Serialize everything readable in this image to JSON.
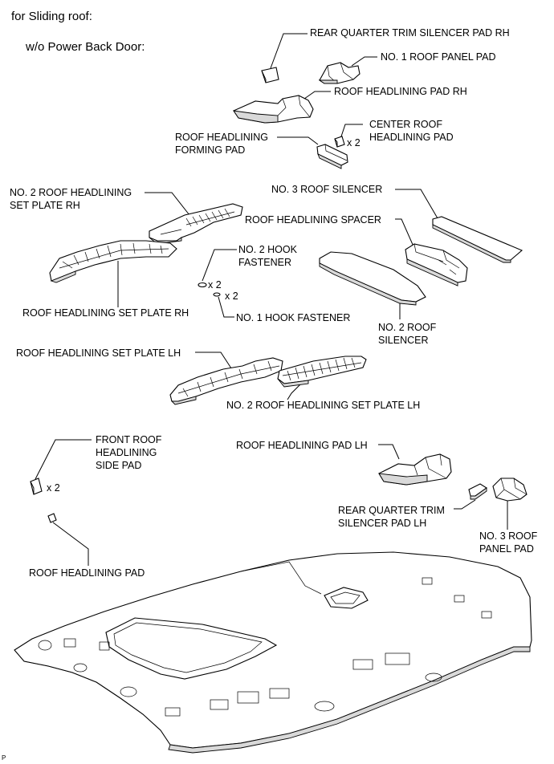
{
  "headers": {
    "sliding_roof": "for Sliding roof:",
    "power_back_door": "w/o Power Back Door:"
  },
  "labels": {
    "rear_quarter_rh": "REAR QUARTER TRIM SILENCER PAD RH",
    "no1_roof_panel_pad": "NO. 1 ROOF PANEL PAD",
    "headlining_pad_rh": "ROOF HEADLINING PAD RH",
    "forming_pad": "ROOF HEADLINING\nFORMING PAD",
    "center_pad": "CENTER ROOF\nHEADLINING PAD",
    "no2_set_plate_rh": "NO. 2 ROOF HEADLINING\nSET PLATE RH",
    "no3_silencer": "NO. 3 ROOF SILENCER",
    "spacer": "ROOF HEADLINING SPACER",
    "no2_hook": "NO. 2 HOOK\nFASTENER",
    "set_plate_rh": "ROOF HEADLINING SET PLATE RH",
    "no1_hook": "NO. 1 HOOK FASTENER",
    "no2_silencer": "NO. 2 ROOF\nSILENCER",
    "set_plate_lh": "ROOF HEADLINING SET PLATE LH",
    "no2_set_plate_lh": "NO. 2 ROOF HEADLINING SET PLATE LH",
    "front_side_pad": "FRONT ROOF\nHEADLINING\nSIDE PAD",
    "headlining_pad_lh": "ROOF HEADLINING PAD LH",
    "rear_quarter_lh": "REAR QUARTER TRIM\nSILENCER PAD LH",
    "no3_panel_pad": "NO. 3 ROOF\nPANEL PAD",
    "headlining_pad": "ROOF HEADLINING PAD"
  },
  "quantities": {
    "center_pad": "x 2",
    "no2_hook": "x 2",
    "no1_hook": "x 2",
    "front_side_pad": "x 2"
  },
  "figure_code": "P"
}
